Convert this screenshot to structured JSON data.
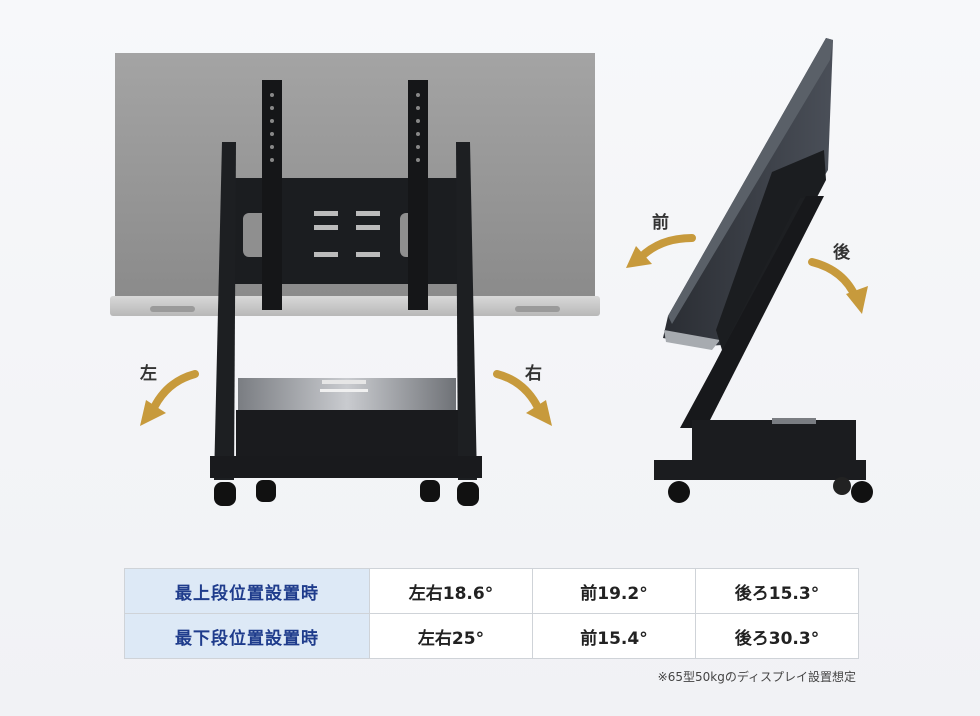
{
  "labels": {
    "left": "左",
    "right": "右",
    "front": "前",
    "back": "後"
  },
  "table": {
    "rows": [
      {
        "header": "最上段位置設置時",
        "lr": "左右18.6°",
        "front": "前19.2°",
        "back": "後ろ15.3°"
      },
      {
        "header": "最下段位置設置時",
        "lr": "左右25°",
        "front": "前15.4°",
        "back": "後ろ30.3°"
      }
    ]
  },
  "footnote": "※65型50kgのディスプレイ設置想定",
  "colors": {
    "arrow": "#c79a3c",
    "header_bg": "#dde9f6",
    "header_text": "#1f3c8c",
    "stand": "#1d1f22"
  }
}
